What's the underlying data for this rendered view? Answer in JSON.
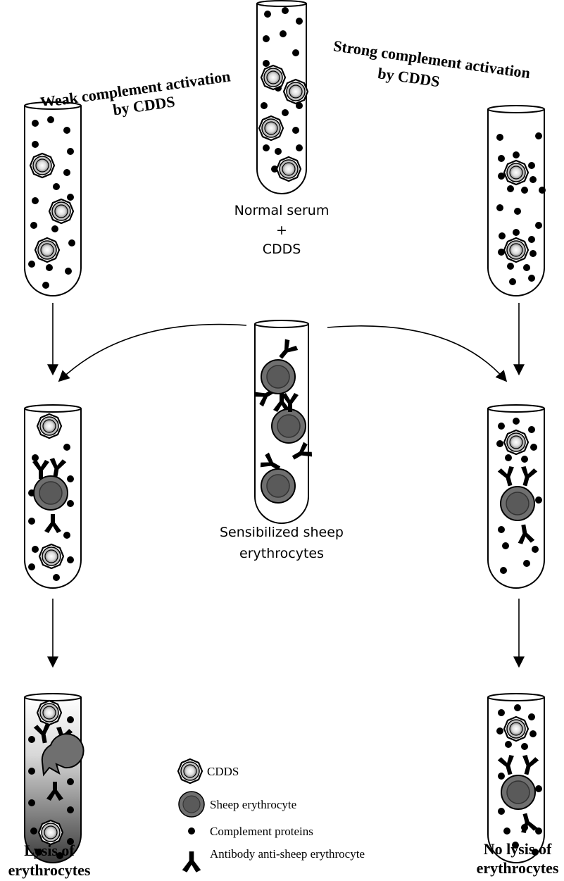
{
  "labels": {
    "weak_title_line1": "Weak complement activation",
    "weak_title_line2": "by CDDS",
    "strong_title_line1": "Strong complement activation",
    "strong_title_line2": "by CDDS",
    "center_top_line1": "Normal serum",
    "center_top_line2": "+",
    "center_top_line3": "CDDS",
    "center_mid_line1": "Sensibilized sheep",
    "center_mid_line2": "erythrocytes",
    "bottom_left_line1": "Lysis of",
    "bottom_left_line2": "erythrocytes",
    "bottom_right_line1": "No lysis of",
    "bottom_right_line2": "erythrocytes"
  },
  "legend": {
    "cdds": "CDDS",
    "sheep_erythrocyte": "Sheep erythrocyte",
    "complement_proteins": "Complement proteins",
    "antibody": "Antibody anti-sheep erythrocyte"
  },
  "colors": {
    "ink": "#000000",
    "erythrocyte_fill": "#6f6f6f",
    "erythrocyte_core": "#5a5a5a",
    "lysis_gradient_dark": "#3a3a3a"
  }
}
